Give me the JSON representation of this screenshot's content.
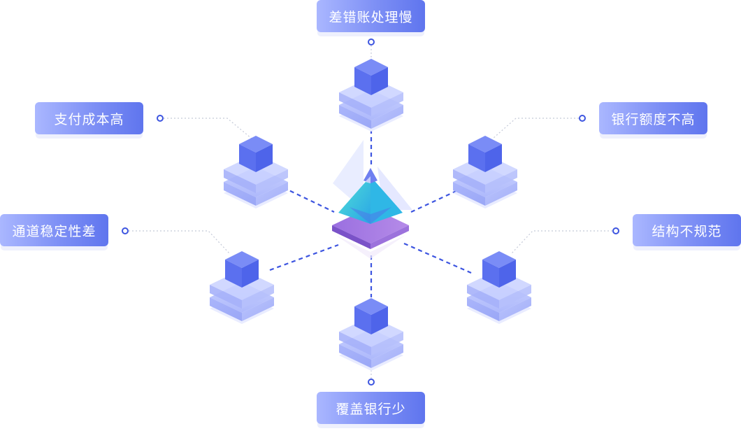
{
  "diagram": {
    "center": {
      "name": "pyramid-core"
    },
    "nodes": [
      {
        "id": "top",
        "label": "差错账处理慢"
      },
      {
        "id": "upper-left",
        "label": "支付成本高"
      },
      {
        "id": "upper-right",
        "label": "银行额度不高"
      },
      {
        "id": "lower-left",
        "label": "通道稳定性差"
      },
      {
        "id": "lower-right",
        "label": "结构不规范"
      },
      {
        "id": "bottom",
        "label": "覆盖银行少"
      }
    ],
    "colors": {
      "label_gradient_start": "#aab7ff",
      "label_gradient_end": "#5f75ee",
      "connector": "#3d55e0",
      "cube_dark": "#5a6ff0",
      "platform": "#a9b4fb",
      "pyramid_teal": "#35d0d8",
      "pyramid_base": "#8a63d8"
    }
  }
}
